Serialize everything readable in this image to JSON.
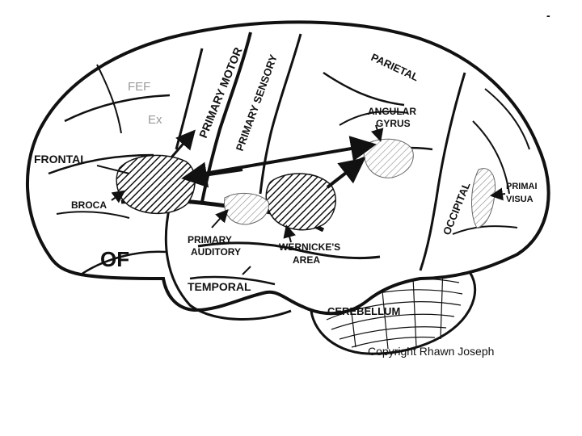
{
  "labels": {
    "fef": "FEF",
    "ex": "Ex",
    "frontal": "FRONTAL",
    "broca": "BROCA",
    "of": "OF",
    "primary_motor": "PRIMARY MOTOR",
    "primary_sensory": "PRIMARY SENSORY",
    "parietal": "PARIETAL",
    "angular": "ANGULAR",
    "gyrus": "GYRUS",
    "occipital": "OCCIPITAL",
    "primary_visual_1": "PRIMAI",
    "primary_visual_2": "VISUA",
    "primary_auditory_1": "PRIMARY",
    "primary_auditory_2": "AUDITORY",
    "wernicke_1": "WERNICKE'S",
    "wernicke_2": "AREA",
    "temporal": "TEMPORAL",
    "cerebellum": "CEREBELLUM",
    "copyright": "Copyright Rhawn Joseph",
    "corner_mark": "-"
  },
  "colors": {
    "ink": "#111111",
    "faint": "#9a9a9a",
    "background": "#ffffff"
  }
}
